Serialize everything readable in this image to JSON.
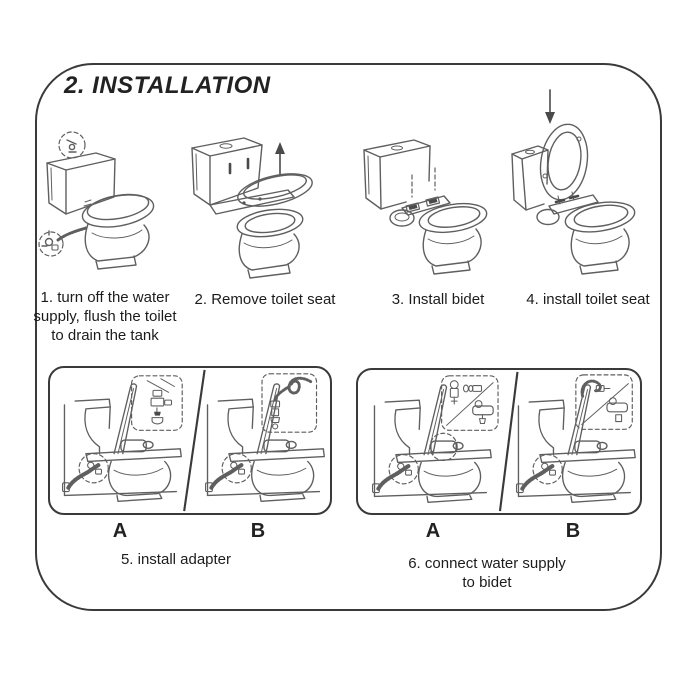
{
  "title": "2. INSTALLATION",
  "steps": [
    {
      "caption": "1. turn off the water\nsupply, flush the toilet\nto drain the tank"
    },
    {
      "caption": "2. Remove toilet seat"
    },
    {
      "caption": "3. Install bidet"
    },
    {
      "caption": "4. install toilet seat"
    }
  ],
  "detail_panels": [
    {
      "caption": "5. install adapter",
      "sub_labels": [
        "A",
        "B"
      ]
    },
    {
      "caption": "6. connect water supply\nto bidet",
      "sub_labels": [
        "A",
        "B"
      ]
    }
  ],
  "colors": {
    "ink": "#3a3a3a",
    "drawing": "#5f5f5f",
    "background": "#ffffff"
  }
}
